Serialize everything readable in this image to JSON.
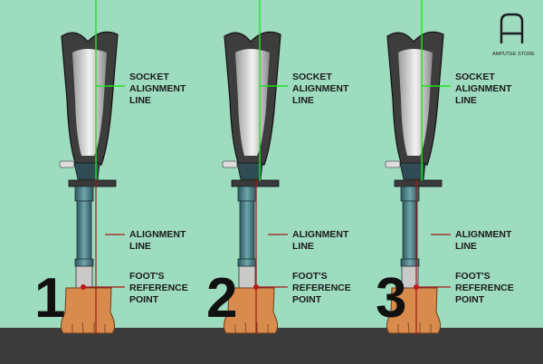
{
  "logo": {
    "text": "AMPUTEE STORE"
  },
  "labels": {
    "socket": [
      "SOCKET",
      "ALIGNMENT",
      "LINE"
    ],
    "alignment": [
      "ALIGNMENT",
      "LINE"
    ],
    "foot": [
      "FOOT'S",
      "REFERENCE",
      "POINT"
    ]
  },
  "panels": [
    {
      "number": "1"
    },
    {
      "number": "2"
    },
    {
      "number": "3"
    }
  ],
  "colors": {
    "background": "#9edcc0",
    "socket_line": "#22e022",
    "alignment_line": "#a01818",
    "ground": "#3b3b3b",
    "foot": "#d98b4e",
    "pylon": "#4b7f86"
  }
}
